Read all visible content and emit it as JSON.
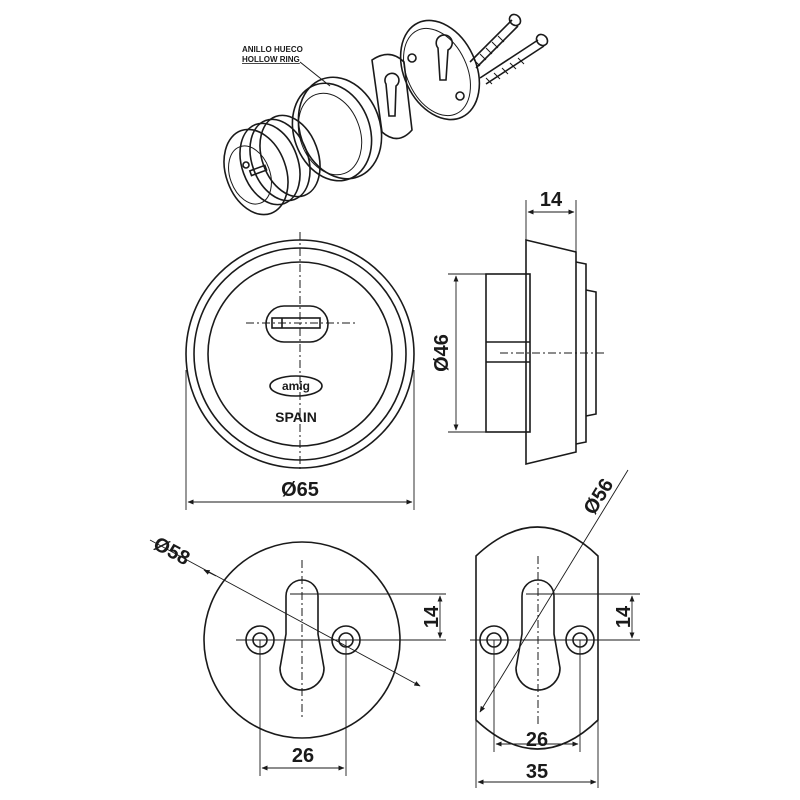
{
  "annotations": {
    "hollow_ring_es": "ANILLO HUECO",
    "hollow_ring_en": "HOLLOW RING"
  },
  "front_view": {
    "logo_text": "amig",
    "country_text": "SPAIN",
    "diameter_label": "Ø65"
  },
  "side_view": {
    "depth_label": "14",
    "diameter_label": "Ø46"
  },
  "round_plate": {
    "diameter_label": "Ø58",
    "height_label": "14",
    "spacing_label": "26"
  },
  "oval_plate": {
    "diameter_label": "Ø56",
    "height_label": "14",
    "spacing_label": "26",
    "width_label": "35"
  }
}
